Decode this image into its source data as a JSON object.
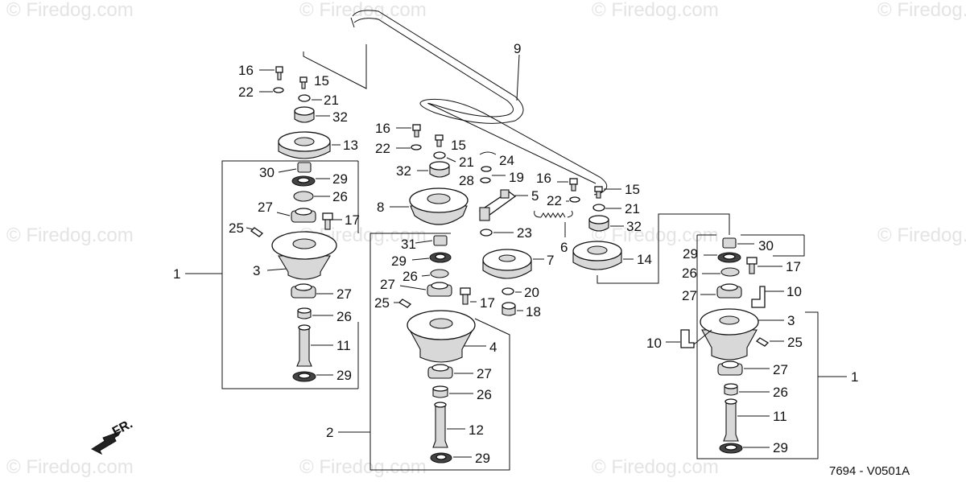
{
  "watermark": "© Firedog.com",
  "diagram_code": "7694 - V0501A",
  "direction_label": "FR.",
  "labels": {
    "belt": "9",
    "left_group": "1",
    "center_group": "2",
    "right_group": "1",
    "l16": "16",
    "l15": "15",
    "l22": "22",
    "l21": "21",
    "l32": "32",
    "l13": "13",
    "l30": "30",
    "l29a": "29",
    "l26a": "26",
    "l27a": "27",
    "l17": "17",
    "l25": "25",
    "l3": "3",
    "l27b": "27",
    "l26b": "26",
    "l11": "11",
    "l29b": "29",
    "c16": "16",
    "c22": "22",
    "c15": "15",
    "c21": "21",
    "c24": "24",
    "c32": "32",
    "c28": "28",
    "c19": "19",
    "c8": "8",
    "c5": "5",
    "c23": "23",
    "c6": "6",
    "c31": "31",
    "c29a": "29",
    "c7": "7",
    "c26a": "26",
    "c27a": "27",
    "c20": "20",
    "c25": "25",
    "c17": "17",
    "c18": "18",
    "c4": "4",
    "c27b": "27",
    "c26b": "26",
    "c12": "12",
    "c29b": "29",
    "r16": "16",
    "r15": "15",
    "r22": "22",
    "r21": "21",
    "r32": "32",
    "r14": "14",
    "r30": "30",
    "r29a": "29",
    "r17": "17",
    "r26a": "26",
    "r10a": "10",
    "r27a": "27",
    "r3": "3",
    "r10b": "10",
    "r25": "25",
    "r27b": "27",
    "r26b": "26",
    "r11": "11",
    "r29b": "29"
  }
}
